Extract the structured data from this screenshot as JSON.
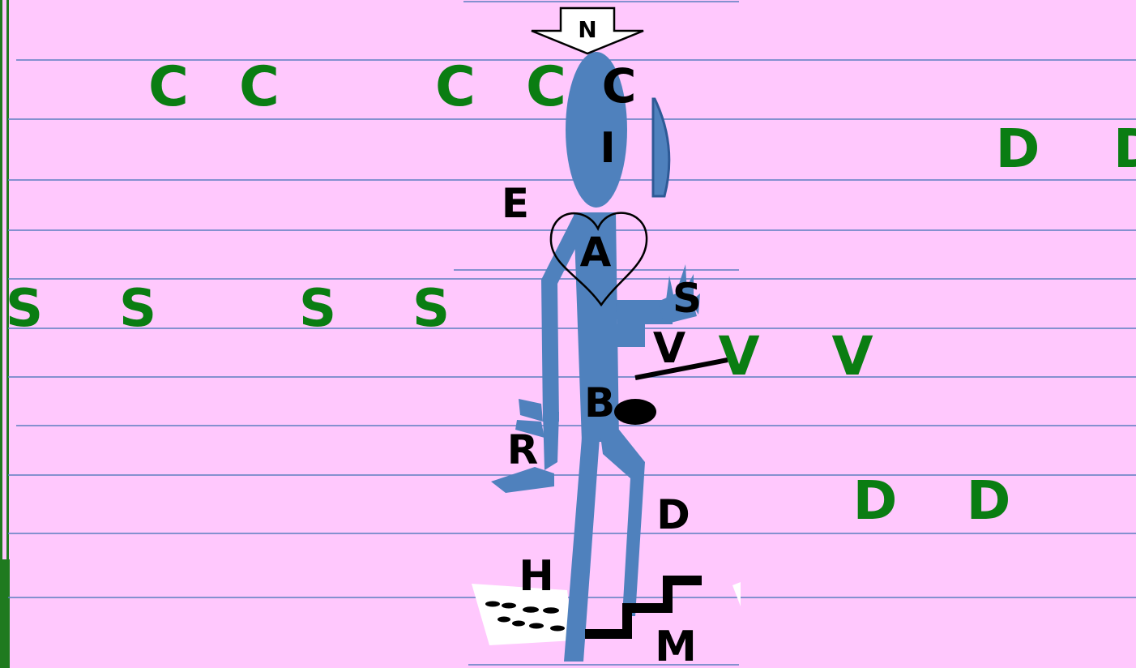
{
  "colors": {
    "background": "#ffc8fd",
    "figure": "#4f81bd",
    "green_letters": "#0a7d12",
    "black_letters": "#000000",
    "rule_lines": "#5b7fc0",
    "left_border": "#1f7a1f"
  },
  "compass": {
    "label": "N"
  },
  "figure_labels": {
    "head_top": "C",
    "head": "I",
    "shoulder": "E",
    "chest": "A",
    "hand": "S",
    "stick": "V",
    "belly": "B",
    "wrist": "R",
    "knee": "D",
    "paper": "H",
    "stairs": "M"
  },
  "green_letters": {
    "row_c": [
      "C",
      "C",
      "C",
      "C"
    ],
    "row_d_top": [
      "D",
      "D"
    ],
    "row_s": [
      "S",
      "S",
      "S",
      "S"
    ],
    "row_v": [
      "V",
      "V"
    ],
    "row_d_bottom": [
      "D",
      "D"
    ]
  },
  "icons": [
    "north-arrow-icon",
    "ear-icon",
    "heart-icon",
    "ball-icon",
    "footprints-icon",
    "stairs-icon",
    "hand-icon"
  ]
}
